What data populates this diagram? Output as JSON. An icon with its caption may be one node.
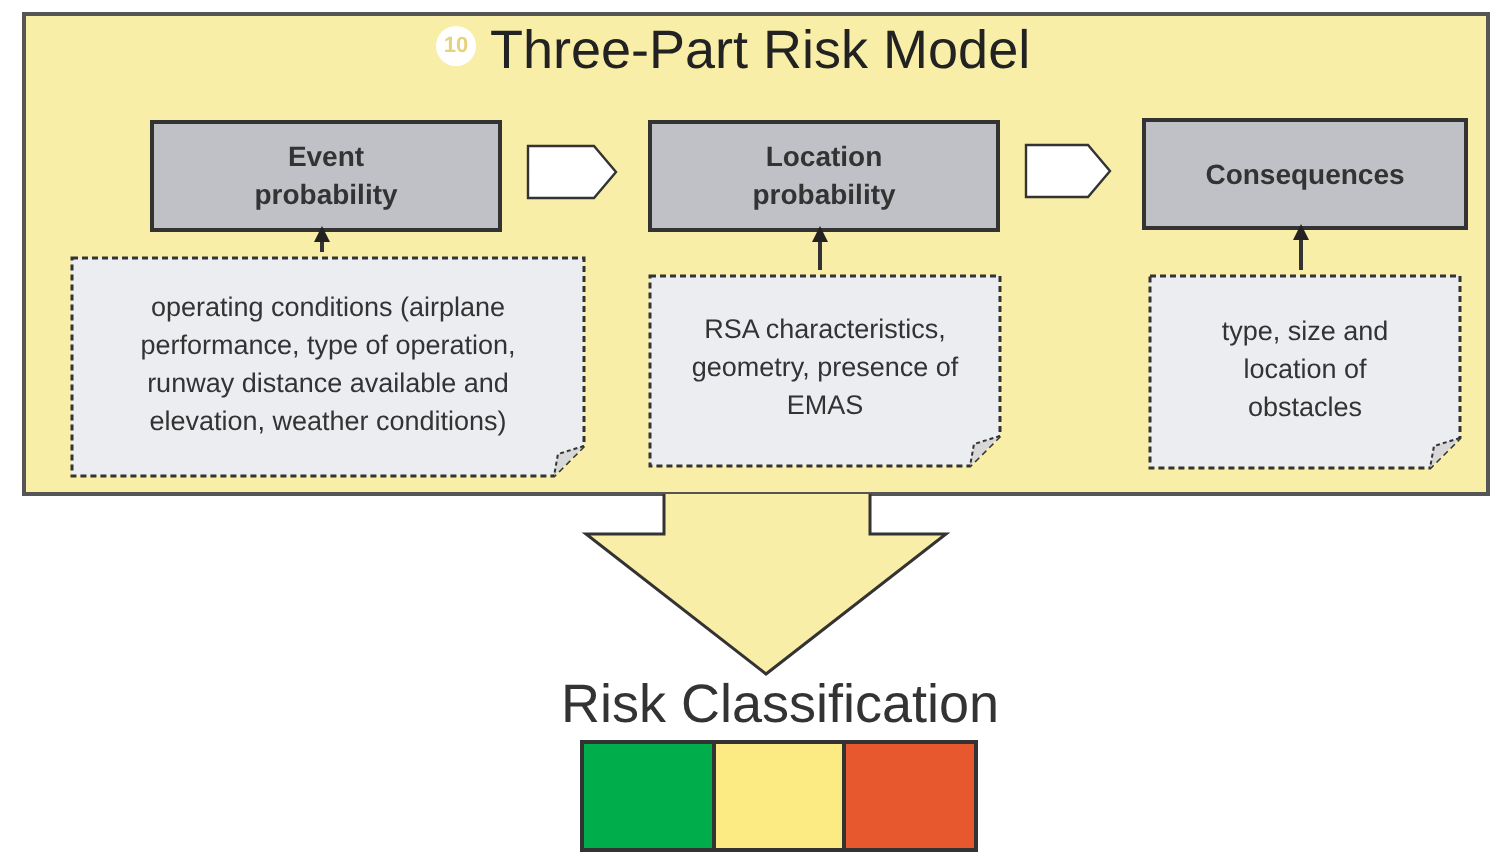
{
  "diagram": {
    "nodes": [
      {
        "text": [
          "Three-Part Risk Model"
        ]
      },
      {
        "text": [
          "Event probability"
        ],
        "in": 0
      },
      {
        "text": [
          "Location probability"
        ],
        "in": 0
      },
      {
        "text": [
          "Consequences"
        ],
        "in": 0
      },
      {
        "text": [
          "operating conditions (airplane performance, type of operation, runway distance available and elevation, weather conditions)"
        ],
        "in": 0
      },
      {
        "text": [
          "RSA characteristics, geometry, presence of  EMAS"
        ],
        "in": 0
      },
      {
        "text": [
          "type, size and location of obstacles"
        ],
        "in": 0
      },
      {
        "text": [
          "Risk Classification"
        ]
      }
    ],
    "edges": [
      {
        "from": 1,
        "to": 2,
        "arrow": "to"
      },
      {
        "from": 2,
        "to": 3,
        "arrow": "to"
      },
      {
        "from": 4,
        "to": 1,
        "arrow": "to"
      },
      {
        "from": 5,
        "to": 2,
        "arrow": "to"
      },
      {
        "from": 6,
        "to": 3,
        "arrow": "to"
      },
      {
        "from": 0,
        "to": 7,
        "arrow": "to",
        "style": "thick"
      }
    ],
    "labels": [
      "10"
    ]
  }
}
